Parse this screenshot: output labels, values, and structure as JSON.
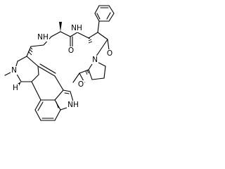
{
  "molecule": {
    "atoms": {
      "nh_top": "NH",
      "nh_amide": "NH",
      "o_upper": "O",
      "o_right": "O",
      "n_proline": "N",
      "o_bottom": "O",
      "n_methyl": "N",
      "h_stereo": "H",
      "nh_indole": "NH"
    }
  }
}
